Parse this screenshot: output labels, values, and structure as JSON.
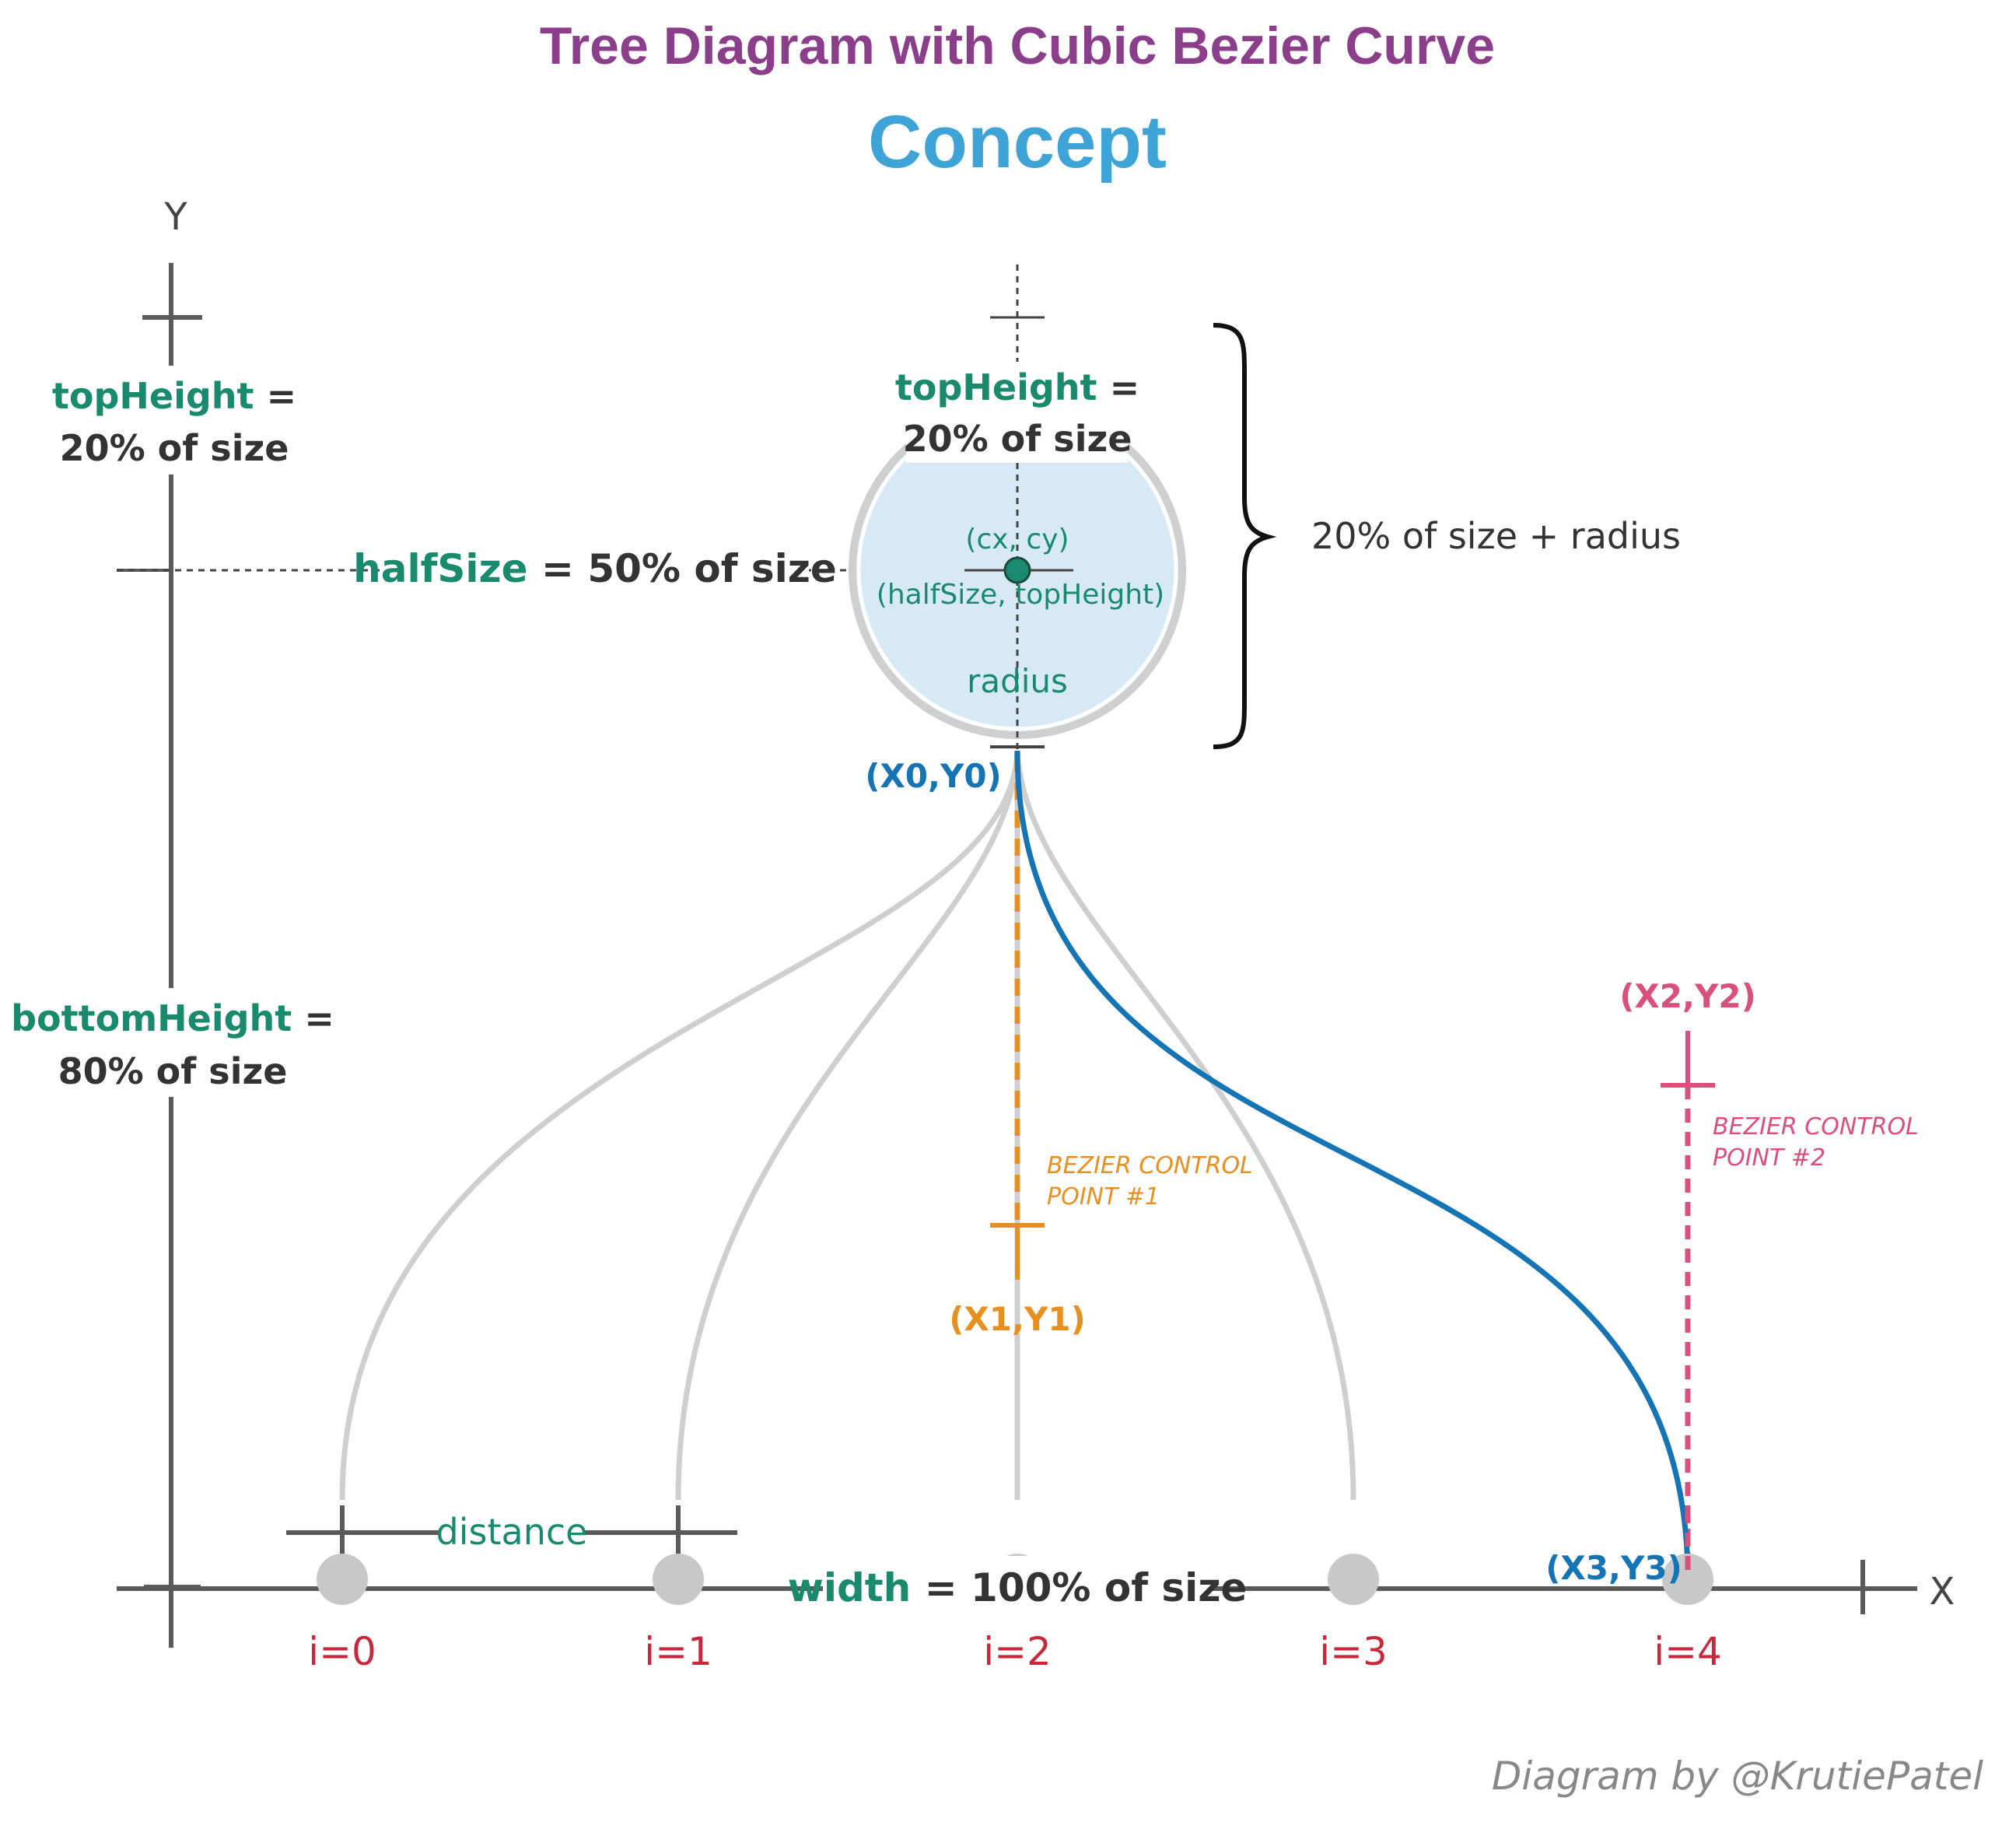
{
  "title": "Tree Diagram with Cubic Bezier Curve",
  "subtitle": "Concept",
  "axes": {
    "y_label": "Y",
    "x_label": "X"
  },
  "left_labels": {
    "top_height_key": "topHeight",
    "top_height_eq": "=",
    "top_height_value": "20% of size",
    "bottom_height_key": "bottomHeight",
    "bottom_height_eq": "=",
    "bottom_height_value": "80% of size"
  },
  "center_labels": {
    "top_height_key": "topHeight",
    "top_height_eq": "=",
    "top_height_value": "20% of size",
    "half_size_key": "halfSize",
    "half_size_eq": "=",
    "half_size_value": "50% of size",
    "cx_cy": "(cx, cy)",
    "center_coords": "(halfSize, topHeight)",
    "radius": "radius"
  },
  "brace_label": "20% of size + radius",
  "points": {
    "p0": "(X0,Y0)",
    "p1": "(X1,Y1)",
    "p2": "(X2,Y2)",
    "p3": "(X3,Y3)"
  },
  "control_labels": {
    "cp1_line1": "BEZIER CONTROL",
    "cp1_line2": "POINT #1",
    "cp2_line1": "BEZIER CONTROL",
    "cp2_line2": "POINT #2"
  },
  "bottom": {
    "distance": "distance",
    "width_key": "width",
    "width_eq": "=",
    "width_value": "100% of size"
  },
  "indices": [
    "i=0",
    "i=1",
    "i=2",
    "i=3",
    "i=4"
  ],
  "credit": "Diagram by @KrutiePatel",
  "colors": {
    "title": "#8b3f8b",
    "subtitle": "#3ea3d6",
    "teal": "#1a8a6e",
    "dark": "#333333",
    "axis": "#5a5a5a",
    "blue": "#1474b4",
    "orange": "#e8901f",
    "pink": "#d9507c",
    "red": "#c8283c",
    "circle_fill": "#d8e9f6",
    "gray_curve": "#c9c9c9",
    "credit": "#888888"
  }
}
